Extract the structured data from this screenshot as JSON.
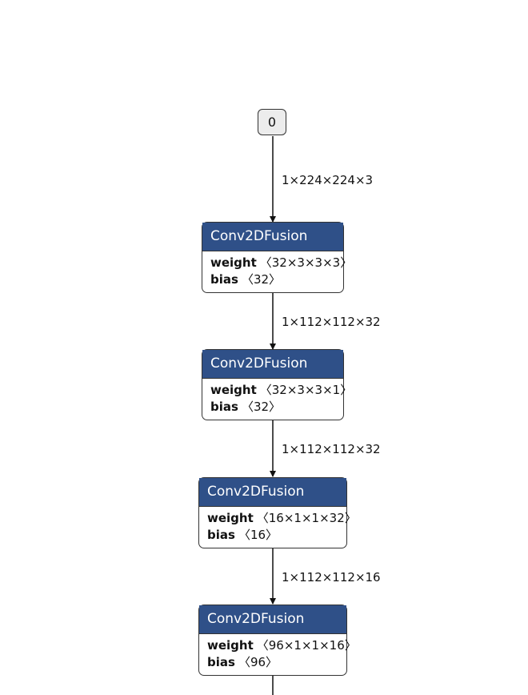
{
  "input_node": {
    "label": "0"
  },
  "edges": [
    {
      "label": "1×224×224×3"
    },
    {
      "label": "1×112×112×32"
    },
    {
      "label": "1×112×112×32"
    },
    {
      "label": "1×112×112×16"
    }
  ],
  "nodes": [
    {
      "op": "Conv2DFusion",
      "attrs": [
        {
          "name": "weight",
          "value": "〈32×3×3×3〉"
        },
        {
          "name": "bias",
          "value": "〈32〉"
        }
      ]
    },
    {
      "op": "Conv2DFusion",
      "attrs": [
        {
          "name": "weight",
          "value": "〈32×3×3×1〉"
        },
        {
          "name": "bias",
          "value": "〈32〉"
        }
      ]
    },
    {
      "op": "Conv2DFusion",
      "attrs": [
        {
          "name": "weight",
          "value": "〈16×1×1×32〉"
        },
        {
          "name": "bias",
          "value": "〈16〉"
        }
      ]
    },
    {
      "op": "Conv2DFusion",
      "attrs": [
        {
          "name": "weight",
          "value": "〈96×1×1×16〉"
        },
        {
          "name": "bias",
          "value": "〈96〉"
        }
      ]
    }
  ],
  "colors": {
    "header": "#2f5088",
    "border": "#333333",
    "input_fill": "#ececec"
  }
}
